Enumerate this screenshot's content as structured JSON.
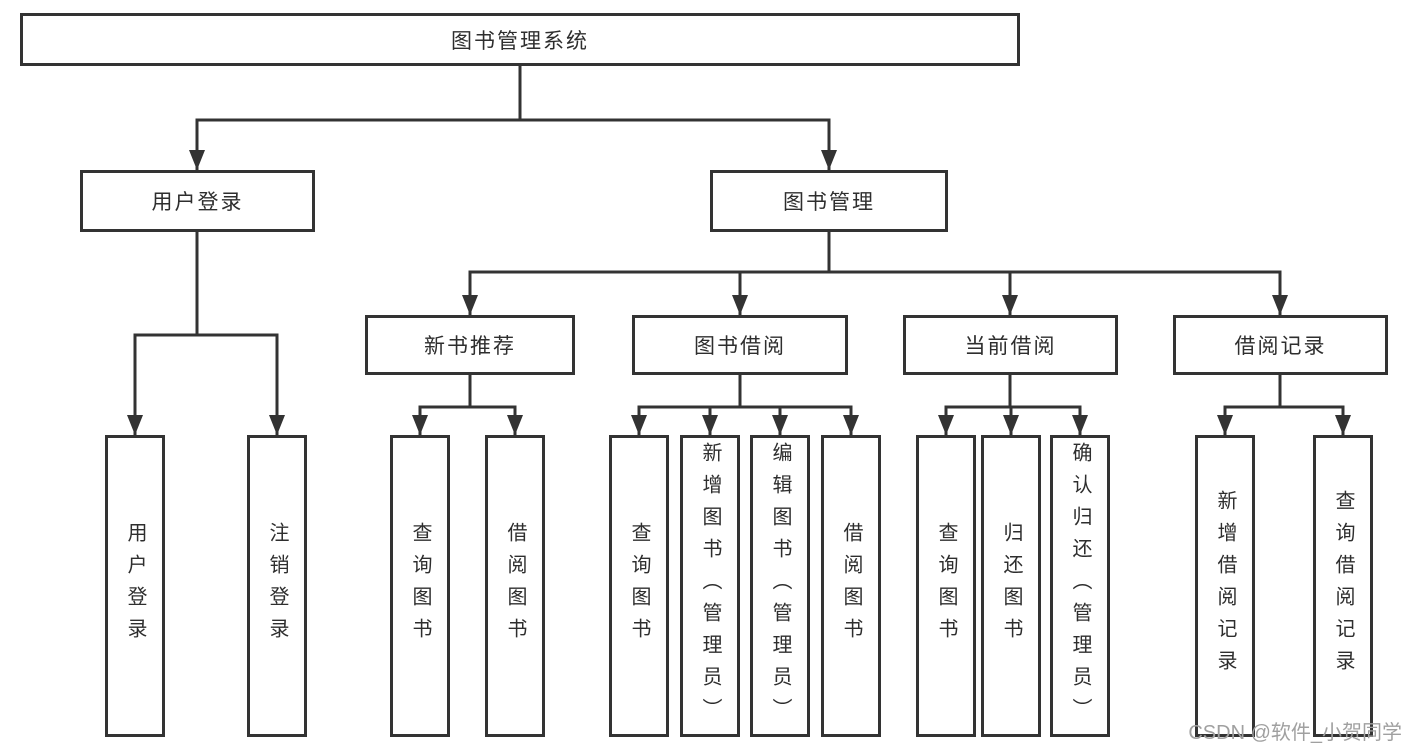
{
  "diagram": {
    "root": {
      "label": "图书管理系统"
    },
    "user_login": {
      "label": "用户登录",
      "children": [
        "用户登录",
        "注销登录"
      ]
    },
    "book_mgmt": {
      "label": "图书管理",
      "groups": [
        {
          "label": "新书推荐",
          "children": [
            "查询图书",
            "借阅图书"
          ]
        },
        {
          "label": "图书借阅",
          "children": [
            "查询图书",
            "新增图书（管理员）",
            "编辑图书（管理员）",
            "借阅图书"
          ]
        },
        {
          "label": "当前借阅",
          "children": [
            "查询图书",
            "归还图书",
            "确认归还（管理员）"
          ]
        },
        {
          "label": "借阅记录",
          "children": [
            "新增借阅记录",
            "查询借阅记录"
          ]
        }
      ]
    }
  },
  "watermark": "CSDN @软件_小贺同学",
  "colors": {
    "line": "#333333",
    "box_border": "#333333",
    "text": "#2e2e2e",
    "watermark": "#a0a0a0",
    "background": "#ffffff"
  }
}
